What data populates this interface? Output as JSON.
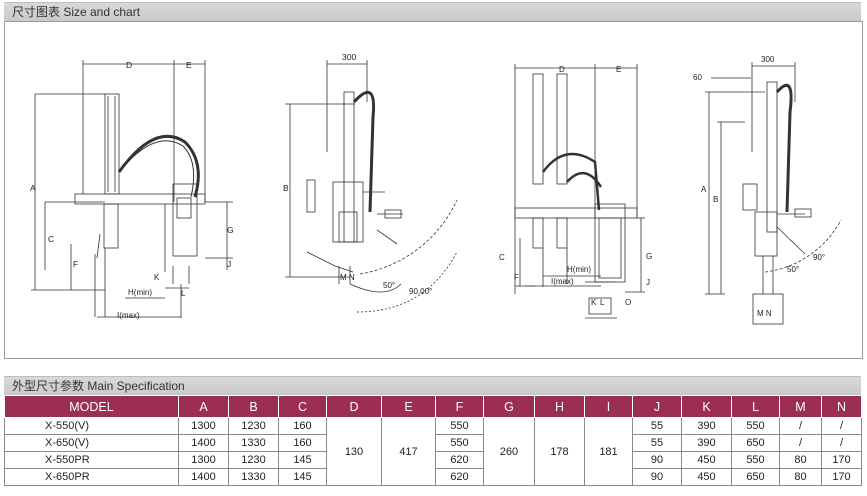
{
  "size_section": {
    "title": "尺寸图表  Size and chart"
  },
  "drawing_labels": {
    "d1": {
      "D": "D",
      "E": "E",
      "A": "A",
      "C": "C",
      "F": "F",
      "G": "G",
      "J": "J",
      "K": "K",
      "L": "L",
      "H": "H(min)",
      "I": "I(max)"
    },
    "d2": {
      "w": "300",
      "B": "B",
      "MN": "M N",
      "ang1": "50°",
      "ang2": "90.00°"
    },
    "d3": {
      "D": "D",
      "E": "E",
      "C": "C",
      "F": "F",
      "G": "G",
      "J": "J",
      "K": "K",
      "L": "L",
      "H": "H(min)",
      "I": "I(max)",
      "O": "O"
    },
    "d4": {
      "w": "300",
      "h": "60",
      "A": "A",
      "B": "B",
      "MN": "M N",
      "ang1": "50°",
      "ang2": "90°"
    }
  },
  "spec_section": {
    "title": "外型尺寸参数  Main Specification"
  },
  "table": {
    "headers": [
      "MODEL",
      "A",
      "B",
      "C",
      "D",
      "E",
      "F",
      "G",
      "H",
      "I",
      "J",
      "K",
      "L",
      "M",
      "N"
    ],
    "rows": [
      {
        "model": "X-550(V)",
        "A": "1300",
        "B": "1230",
        "C": "160",
        "F": "550",
        "J": "55",
        "K": "390",
        "L": "550",
        "M": "/",
        "N": "/"
      },
      {
        "model": "X-650(V)",
        "A": "1400",
        "B": "1330",
        "C": "160",
        "F": "550",
        "J": "55",
        "K": "390",
        "L": "650",
        "M": "/",
        "N": "/"
      },
      {
        "model": "X-550PR",
        "A": "1300",
        "B": "1230",
        "C": "145",
        "F": "620",
        "J": "90",
        "K": "450",
        "L": "550",
        "M": "80",
        "N": "170"
      },
      {
        "model": "X-650PR",
        "A": "1400",
        "B": "1330",
        "C": "145",
        "F": "620",
        "J": "90",
        "K": "450",
        "L": "650",
        "M": "80",
        "N": "170"
      }
    ],
    "merged": {
      "D": "130",
      "E": "417",
      "G": "260",
      "H": "178",
      "I": "181"
    }
  }
}
